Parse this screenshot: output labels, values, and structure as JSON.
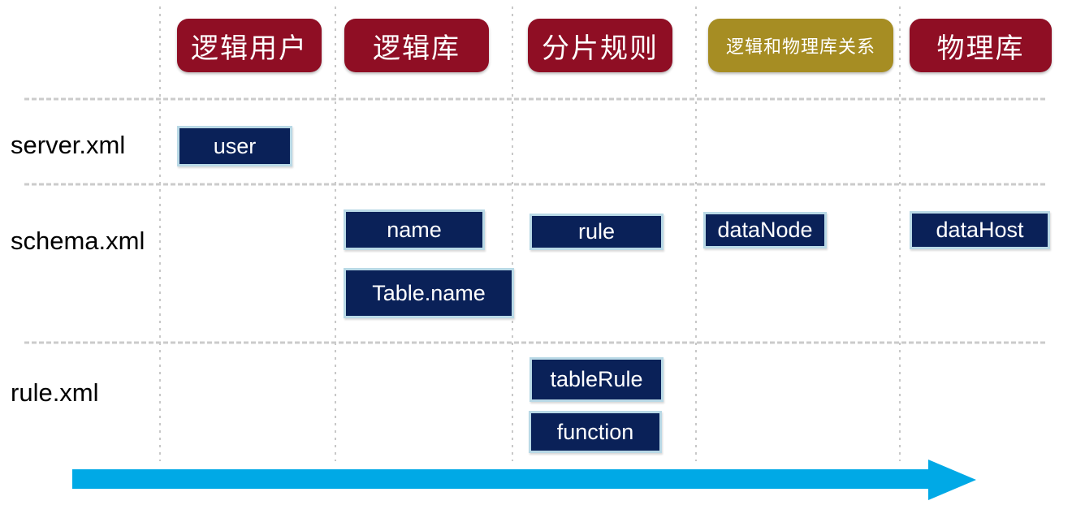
{
  "diagram": {
    "columns": [
      {
        "id": "logical-user",
        "label": "逻辑用户",
        "color": "#8F0E24"
      },
      {
        "id": "logical-schema",
        "label": "逻辑库",
        "color": "#8F0E24"
      },
      {
        "id": "sharding-rule",
        "label": "分片规则",
        "color": "#8F0E24"
      },
      {
        "id": "logical-physical-mapping",
        "label": "逻辑和物理库关系",
        "color": "#A68D23"
      },
      {
        "id": "physical-db",
        "label": "物理库",
        "color": "#8F0E24"
      }
    ],
    "rows": [
      {
        "id": "server-xml",
        "label": "server.xml"
      },
      {
        "id": "schema-xml",
        "label": "schema.xml"
      },
      {
        "id": "rule-xml",
        "label": "rule.xml"
      }
    ],
    "boxes": [
      {
        "id": "user",
        "label": "user",
        "row": "server.xml",
        "column": "逻辑用户"
      },
      {
        "id": "name",
        "label": "name",
        "row": "schema.xml",
        "column": "逻辑库"
      },
      {
        "id": "table-name",
        "label": "Table.name",
        "row": "schema.xml",
        "column": "逻辑库"
      },
      {
        "id": "rule",
        "label": "rule",
        "row": "schema.xml",
        "column": "分片规则"
      },
      {
        "id": "dataNode",
        "label": "dataNode",
        "row": "schema.xml",
        "column": "逻辑和物理库关系"
      },
      {
        "id": "dataHost",
        "label": "dataHost",
        "row": "schema.xml",
        "column": "物理库"
      },
      {
        "id": "tableRule",
        "label": "tableRule",
        "row": "rule.xml",
        "column": "分片规则"
      },
      {
        "id": "function",
        "label": "function",
        "row": "rule.xml",
        "column": "分片规则"
      }
    ],
    "arrow": {
      "direction": "right",
      "color": "#00A9E6"
    },
    "colors": {
      "header_red": "#8F0E24",
      "header_olive": "#A68D23",
      "box_fill": "#0A2158",
      "box_border": "#B9D9E6",
      "grid_line": "#C8C8C8",
      "arrow": "#00A9E6",
      "header_text": "#FFFFFF",
      "box_text": "#FFFFFF",
      "row_label_text": "#000000"
    }
  }
}
